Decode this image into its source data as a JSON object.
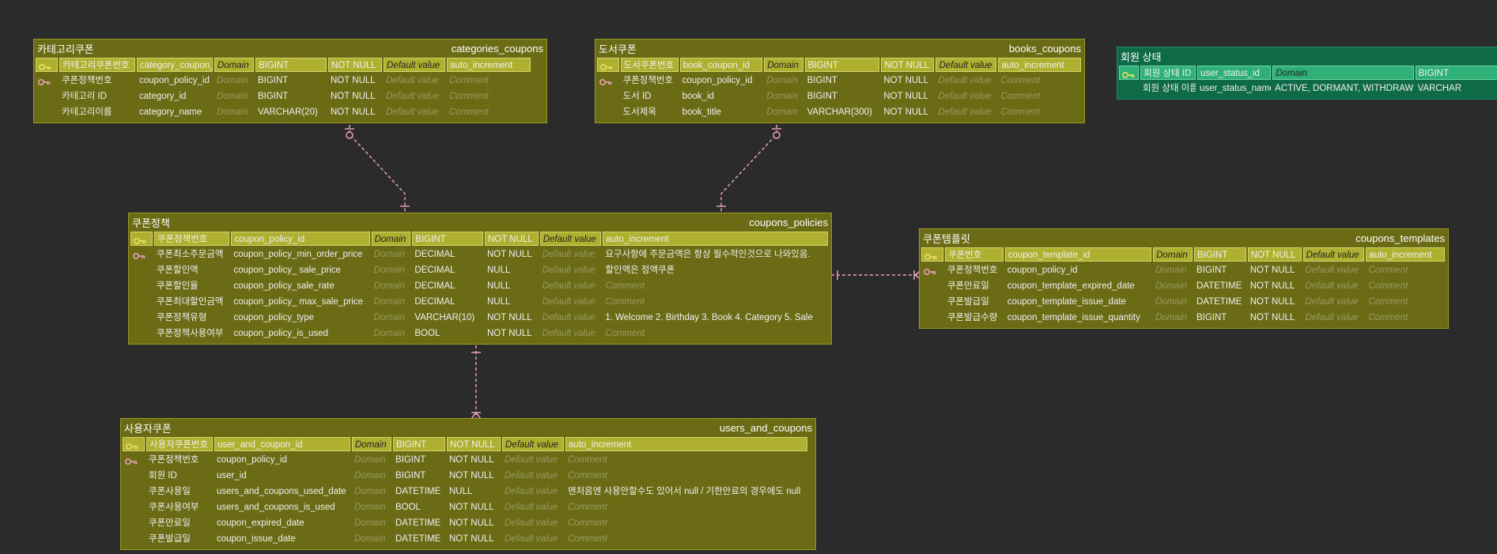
{
  "colors": {
    "background": "#2b2b2b",
    "entity_fill": "#6b6b16",
    "entity_border": "#9a9a20",
    "pk_fill": "#b0b030",
    "green_fill": "#0f6b47",
    "pk_green": "#2fb077",
    "edge": "#e8a0b8"
  },
  "icons": {
    "primary_key": "key-icon",
    "foreign_key": "key-icon"
  },
  "entities": {
    "categories_coupons": {
      "logical": "카테고리쿠폰",
      "physical": "categories_coupons",
      "rows": [
        {
          "logical": "카테고리쿠폰번호",
          "physical": "category_coupon_id",
          "domain": "Domain",
          "type": "BIGINT",
          "nullability": "NOT NULL",
          "default": "Default value",
          "comment": "auto_increment"
        },
        {
          "logical": "쿠폰정책번호",
          "physical": "coupon_policy_id",
          "domain": "Domain",
          "type": "BIGINT",
          "nullability": "NOT NULL",
          "default": "Default value",
          "comment": "Comment"
        },
        {
          "logical": "카테고리 ID",
          "physical": "category_id",
          "domain": "Domain",
          "type": "BIGINT",
          "nullability": "NOT NULL",
          "default": "Default value",
          "comment": "Comment"
        },
        {
          "logical": "카테고리이름",
          "physical": "category_name",
          "domain": "Domain",
          "type": "VARCHAR(20)",
          "nullability": "NOT NULL",
          "default": "Default value",
          "comment": "Comment"
        }
      ]
    },
    "books_coupons": {
      "logical": "도서쿠폰",
      "physical": "books_coupons",
      "rows": [
        {
          "logical": "도서쿠폰번호",
          "physical": "book_coupon_id",
          "domain": "Domain",
          "type": "BIGINT",
          "nullability": "NOT NULL",
          "default": "Default value",
          "comment": "auto_increment"
        },
        {
          "logical": "쿠폰정책번호",
          "physical": "coupon_policy_id",
          "domain": "Domain",
          "type": "BIGINT",
          "nullability": "NOT NULL",
          "default": "Default value",
          "comment": "Comment"
        },
        {
          "logical": "도서 ID",
          "physical": "book_id",
          "domain": "Domain",
          "type": "BIGINT",
          "nullability": "NOT NULL",
          "default": "Default value",
          "comment": "Comment"
        },
        {
          "logical": "도서제목",
          "physical": "book_title",
          "domain": "Domain",
          "type": "VARCHAR(300)",
          "nullability": "NOT NULL",
          "default": "Default value",
          "comment": "Comment"
        }
      ]
    },
    "user_status": {
      "logical": "회원 상태",
      "physical": "",
      "rows": [
        {
          "logical": "회원 상태 ID",
          "physical": "user_status_id",
          "domain": "Domain",
          "type": "BIGINT",
          "nullability": "",
          "default": "",
          "comment": ""
        },
        {
          "logical": "회원 상태 이름",
          "physical": "user_status_name",
          "domain": "ACTIVE, DORMANT, WITHDRAW",
          "type": "VARCHAR",
          "nullability": "",
          "default": "",
          "comment": ""
        }
      ]
    },
    "coupons_policies": {
      "logical": "쿠폰정책",
      "physical": "coupons_policies",
      "rows": [
        {
          "logical": "쿠폰정책번호",
          "physical": "coupon_policy_id",
          "domain": "Domain",
          "type": "BIGINT",
          "nullability": "NOT NULL",
          "default": "Default value",
          "comment": "auto_increment"
        },
        {
          "logical": "쿠폰최소주문금액",
          "physical": "coupon_policy_min_order_price",
          "domain": "Domain",
          "type": "DECIMAL",
          "nullability": "NOT NULL",
          "default": "Default value",
          "comment": "요구사항에 주문금액은 항상 필수적인것으로 나와있음."
        },
        {
          "logical": "쿠폰할인액",
          "physical": "coupon_policy_ sale_price",
          "domain": "Domain",
          "type": "DECIMAL",
          "nullability": "NULL",
          "default": "Default value",
          "comment": "할인액은 정액쿠폰"
        },
        {
          "logical": "쿠폰할인율",
          "physical": "coupon_policy_sale_rate",
          "domain": "Domain",
          "type": "DECIMAL",
          "nullability": "NULL",
          "default": "Default value",
          "comment": "Comment"
        },
        {
          "logical": "쿠폰최대할인금액",
          "physical": "coupon_policy_ max_sale_price",
          "domain": "Domain",
          "type": "DECIMAL",
          "nullability": "NULL",
          "default": "Default value",
          "comment": "Comment"
        },
        {
          "logical": "쿠폰정책유형",
          "physical": "coupon_policy_type",
          "domain": "Domain",
          "type": "VARCHAR(10)",
          "nullability": "NOT NULL",
          "default": "Default value",
          "comment": "1. Welcome 2. Birthday 3. Book 4. Category 5. Sale"
        },
        {
          "logical": "쿠폰정책사용여부",
          "physical": "coupon_policy_is_used",
          "domain": "Domain",
          "type": "BOOL",
          "nullability": "NOT NULL",
          "default": "Default value",
          "comment": "Comment"
        }
      ]
    },
    "coupons_templates": {
      "logical": "쿠폰템플릿",
      "physical": "coupons_templates",
      "rows": [
        {
          "logical": "쿠폰번호",
          "physical": "coupon_template_id",
          "domain": "Domain",
          "type": "BIGINT",
          "nullability": "NOT NULL",
          "default": "Default value",
          "comment": "auto_increment"
        },
        {
          "logical": "쿠폰정책번호",
          "physical": "coupon_policy_id",
          "domain": "Domain",
          "type": "BIGINT",
          "nullability": "NOT NULL",
          "default": "Default value",
          "comment": "Comment"
        },
        {
          "logical": "쿠폰만료일",
          "physical": "coupon_template_expired_date",
          "domain": "Domain",
          "type": "DATETIME",
          "nullability": "NOT NULL",
          "default": "Default value",
          "comment": "Comment"
        },
        {
          "logical": "쿠폰발급일",
          "physical": "coupon_template_issue_date",
          "domain": "Domain",
          "type": "DATETIME",
          "nullability": "NOT NULL",
          "default": "Default value",
          "comment": "Comment"
        },
        {
          "logical": "쿠폰발급수량",
          "physical": "coupon_template_issue_quantity",
          "domain": "Domain",
          "type": "BIGINT",
          "nullability": "NOT NULL",
          "default": "Default value",
          "comment": "Comment"
        }
      ]
    },
    "users_and_coupons": {
      "logical": "사용자쿠폰",
      "physical": "users_and_coupons",
      "rows": [
        {
          "logical": "사용자쿠폰번호",
          "physical": "user_and_coupon_id",
          "domain": "Domain",
          "type": "BIGINT",
          "nullability": "NOT NULL",
          "default": "Default value",
          "comment": "auto_increment"
        },
        {
          "logical": "쿠폰정책번호",
          "physical": "coupon_policy_id",
          "domain": "Domain",
          "type": "BIGINT",
          "nullability": "NOT NULL",
          "default": "Default value",
          "comment": "Comment"
        },
        {
          "logical": "회원 ID",
          "physical": "user_id",
          "domain": "Domain",
          "type": "BIGINT",
          "nullability": "NOT NULL",
          "default": "Default value",
          "comment": "Comment"
        },
        {
          "logical": "쿠폰사용일",
          "physical": "users_and_coupons_used_date",
          "domain": "Domain",
          "type": "DATETIME",
          "nullability": "NULL",
          "default": "Default value",
          "comment": "맨처음엔 사용안할수도 있어서 null / 기한만료의 경우에도 null"
        },
        {
          "logical": "쿠폰사용여부",
          "physical": "users_and_coupons_is_used",
          "domain": "Domain",
          "type": "BOOL",
          "nullability": "NOT NULL",
          "default": "Default value",
          "comment": "Comment"
        },
        {
          "logical": "쿠폰만료일",
          "physical": "coupon_expired_date",
          "domain": "Domain",
          "type": "DATETIME",
          "nullability": "NOT NULL",
          "default": "Default value",
          "comment": "Comment"
        },
        {
          "logical": "쿠폰발급일",
          "physical": "coupon_issue_date",
          "domain": "Domain",
          "type": "DATETIME",
          "nullability": "NOT NULL",
          "default": "Default value",
          "comment": "Comment"
        }
      ]
    }
  }
}
